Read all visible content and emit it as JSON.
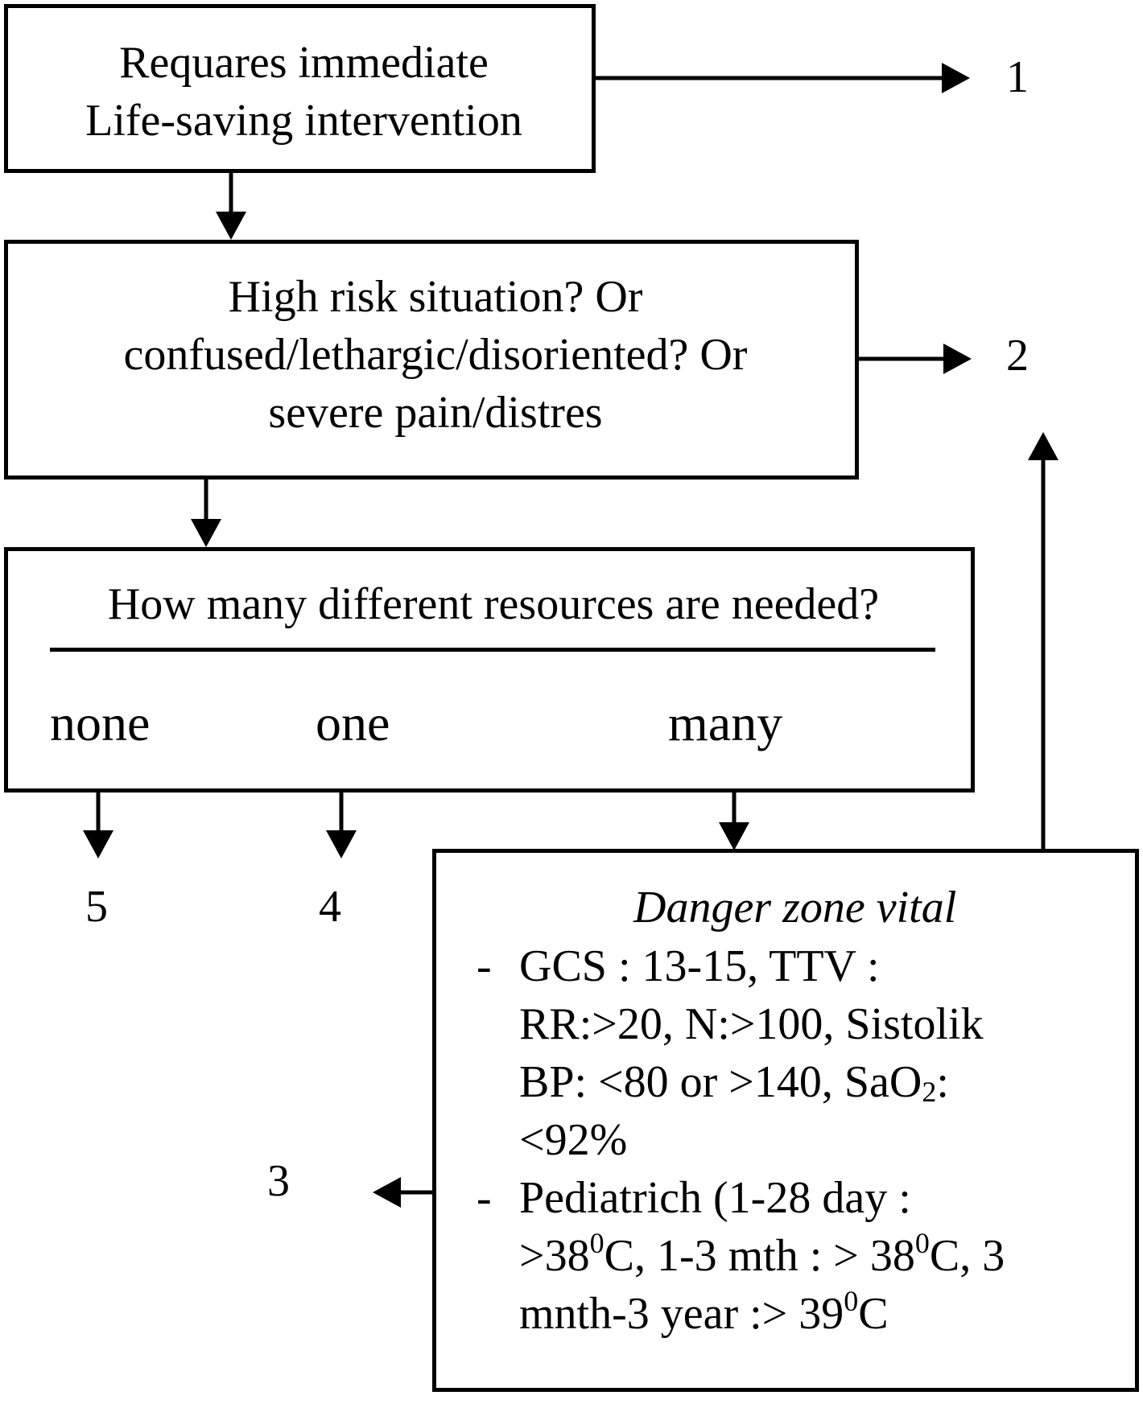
{
  "box1": {
    "line1": "Requares immediate",
    "line2": "Life-saving intervention"
  },
  "box2": {
    "line1": "High risk situation? Or",
    "line2": "confused/lethargic/disoriented? Or",
    "line3": "severe pain/distres"
  },
  "box3": {
    "question": "How many different resources are needed?",
    "opt_none": "none",
    "opt_one": "one",
    "opt_many": "many"
  },
  "box4": {
    "heading": "Danger zone vital",
    "bullet1": {
      "dash": "-",
      "l1": "GCS : 13-15, TTV :",
      "l2": "RR:>20, N:>100,  Sistolik",
      "l3_a": "BP: <80 or >140, SaO",
      "l3_sub": "2",
      "l3_b": ":",
      "l4": "<92%"
    },
    "bullet2": {
      "dash": "-",
      "l1": "Pediatrich (1-28 day :",
      "l2_a": ">38",
      "l2_sup1": "0",
      "l2_b": "C, 1-3 mth : > 38",
      "l2_sup2": "0",
      "l2_c": "C, 3",
      "l3_a": "mnth-3 year :> 39",
      "l3_sup": "0",
      "l3_b": "C"
    }
  },
  "outcomes": {
    "n1": "1",
    "n2": "2",
    "n3": "3",
    "n4": "4",
    "n5": "5"
  }
}
